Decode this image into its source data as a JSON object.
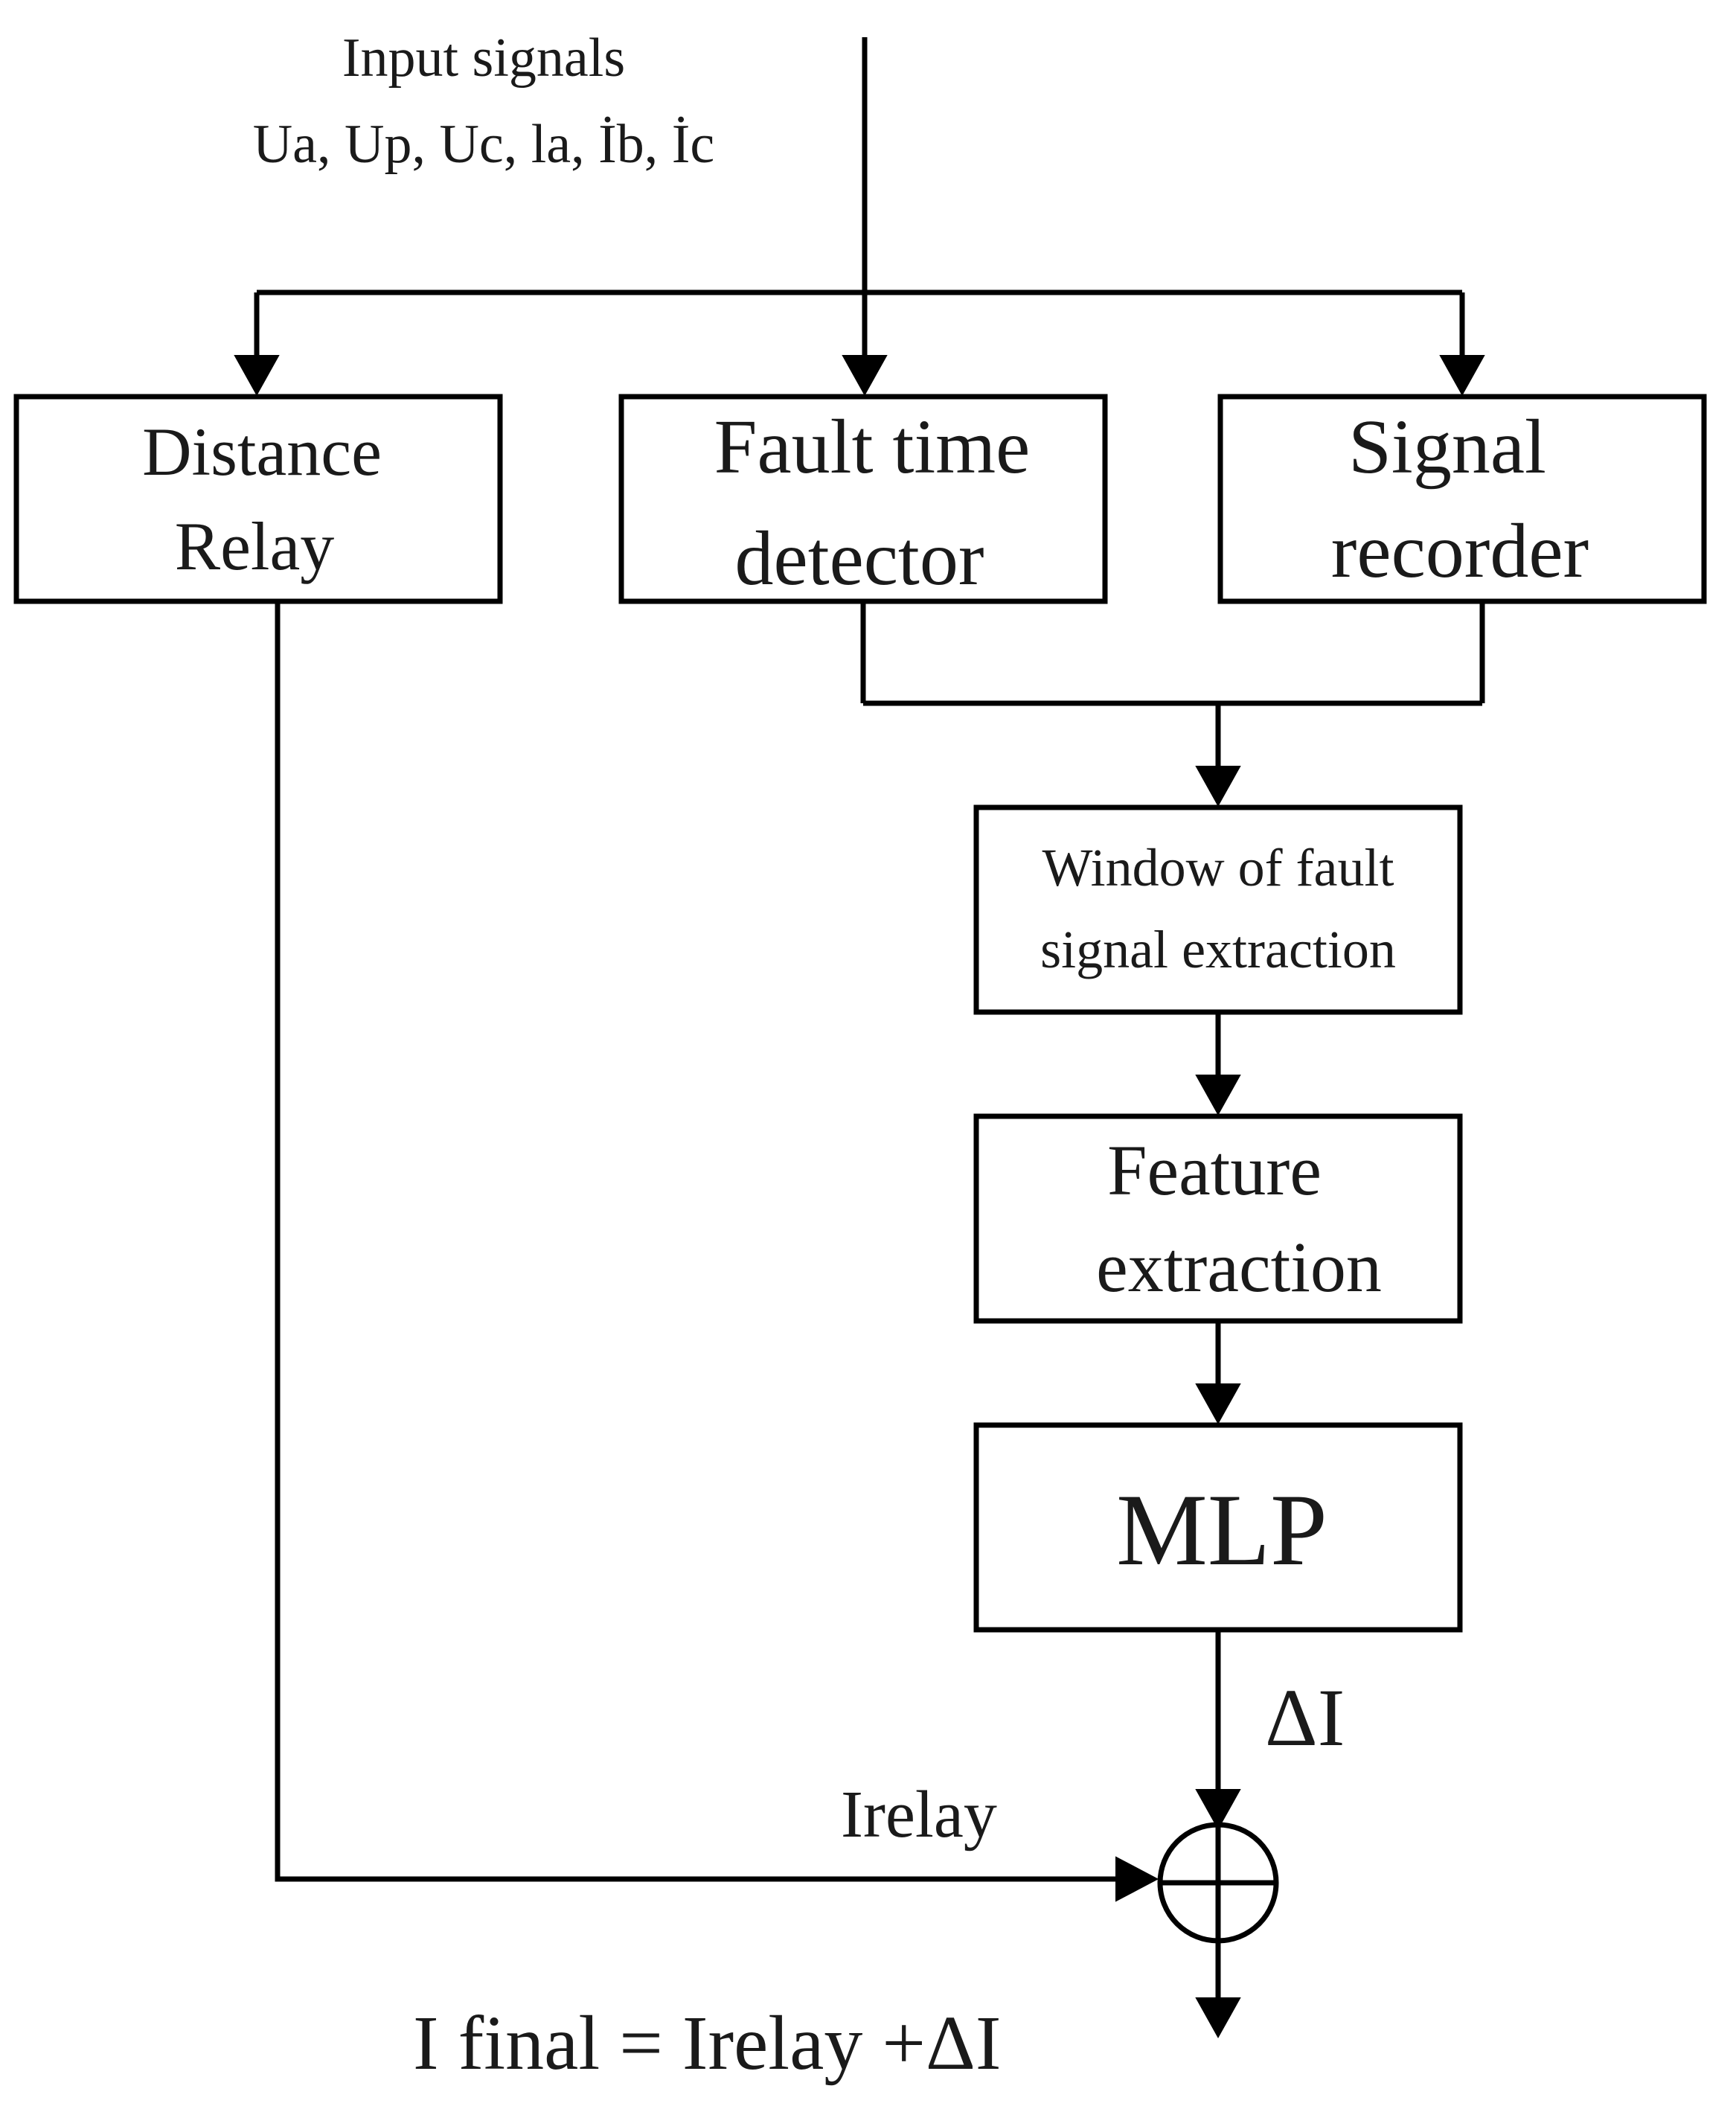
{
  "input": {
    "line1": "Input signals",
    "line2": "Ua, Up, Uc, la, İb, İc"
  },
  "blocks": {
    "distance_relay": [
      "Distance",
      "Relay"
    ],
    "fault_time_detector": [
      "Fault time",
      "detector"
    ],
    "signal_recorder": [
      "Signal",
      "recorder"
    ],
    "window_extraction": [
      "Window of fault",
      "signal extraction"
    ],
    "feature_extraction": [
      "Feature",
      "extraction"
    ],
    "mlp": "MLP"
  },
  "labels": {
    "delta_i": "ΔI",
    "irelay": "Irelay",
    "final": "I final = Irelay +ΔI"
  },
  "colors": {
    "stroke": "#000000",
    "text": "#1a1a1a",
    "background": "#ffffff"
  }
}
